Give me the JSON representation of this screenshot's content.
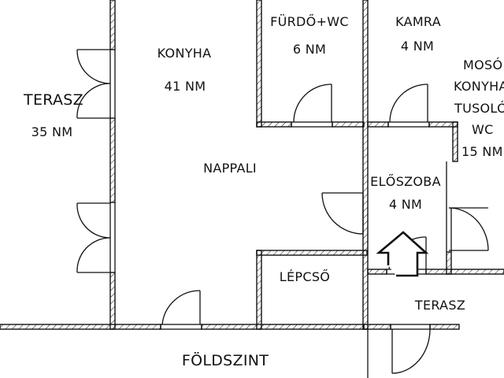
{
  "plan": {
    "floor_label": "FÖLDSZINT",
    "colors": {
      "line": "#111111",
      "background": "#ffffff"
    },
    "rooms": [
      {
        "name": "TERASZ",
        "area": "35 NM"
      },
      {
        "name": "KONYHA",
        "area": "41 NM"
      },
      {
        "name": "FÜRDŐ+WC",
        "area": "6 NM"
      },
      {
        "name": "KAMRA",
        "area": "4 NM"
      },
      {
        "name": "MOSÓ",
        "line2": "KONYHA",
        "line3": "TUSOLÓ",
        "line4": "WC",
        "area": "15 NM"
      },
      {
        "name": "NAPPALI"
      },
      {
        "name": "ELŐSZOBA",
        "area": "4 NM"
      },
      {
        "name": "LÉPCSŐ"
      },
      {
        "name": "TERASZ"
      }
    ],
    "entrance_icon": "arrow-up-icon"
  }
}
